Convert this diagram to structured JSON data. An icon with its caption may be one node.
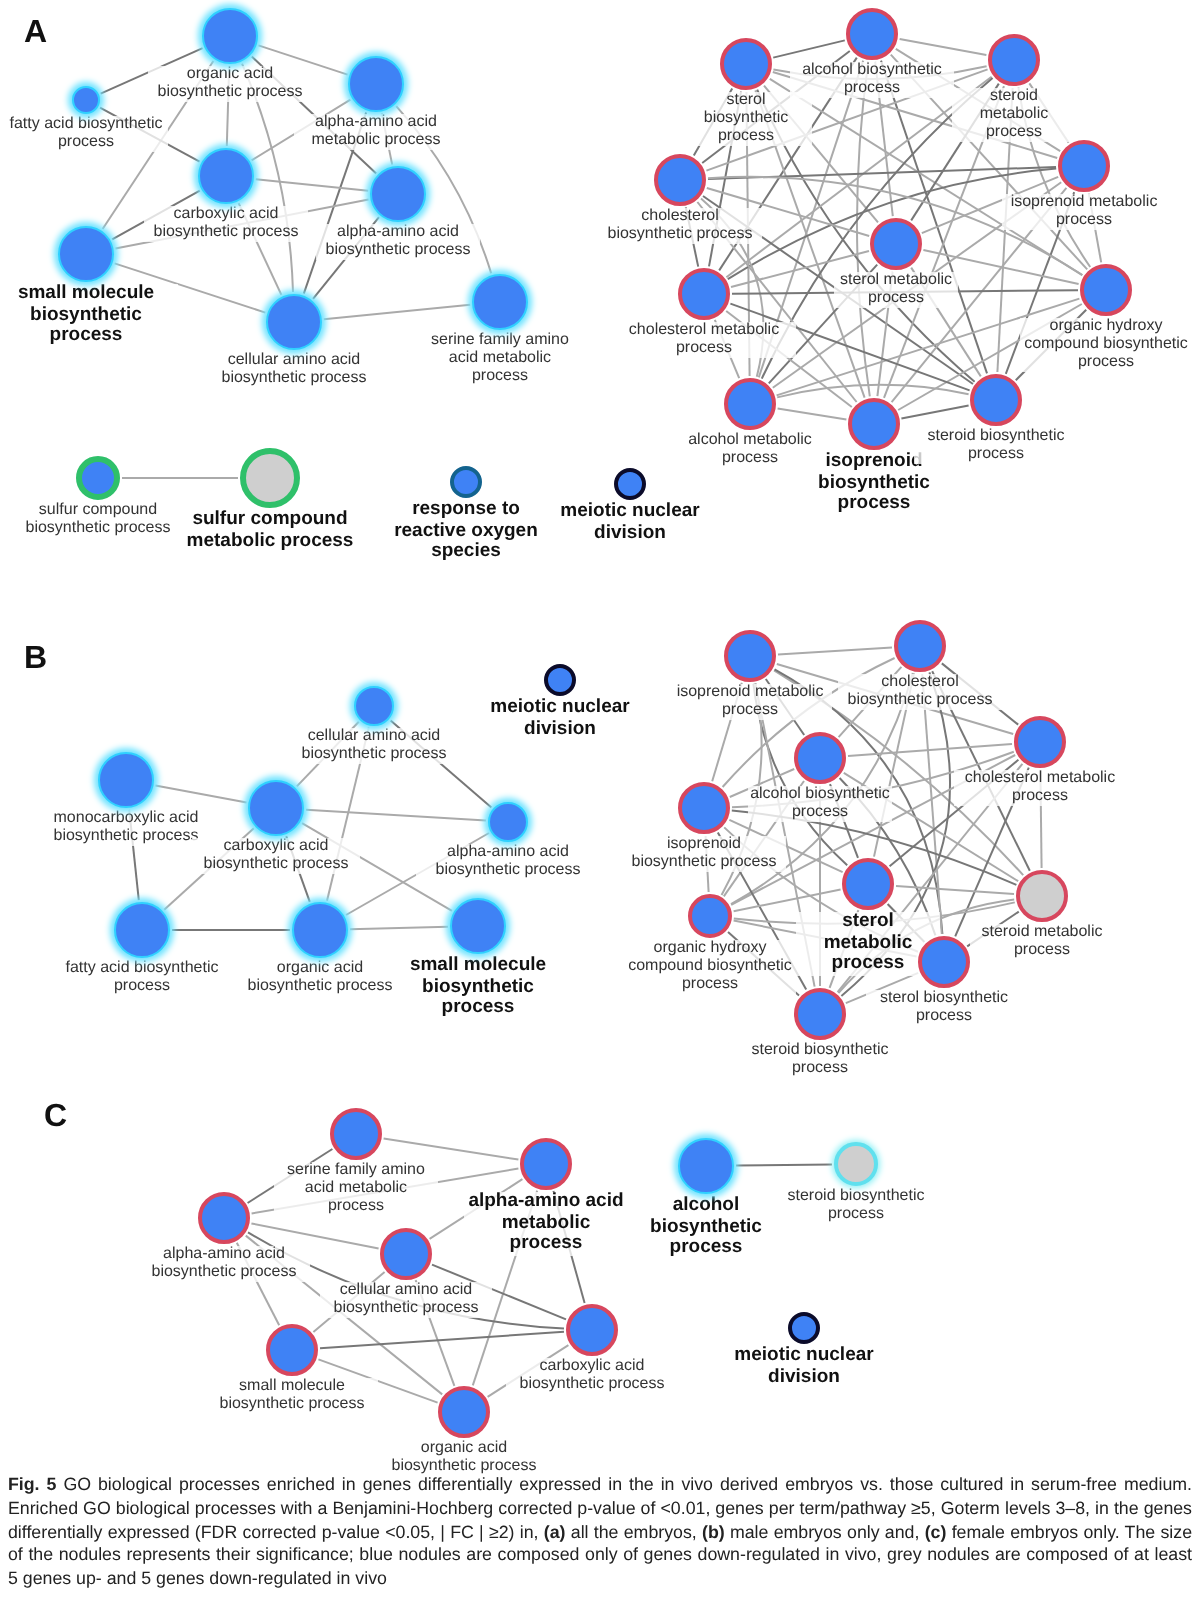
{
  "diagram": {
    "caption": "**Fig. 5** GO biological processes enriched in genes differentially expressed in the in vivo derived embryos vs. those cultured in serum-free medium. Enriched GO biological processes with a Benjamini-Hochberg corrected p-value of <0.01, genes per term/pathway ≥5, Goterm levels 3–8, in the genes differentially expressed (FDR corrected p-value <0.05, | FC | ≥2) in, **(a)** all the embryos, **(b)** male embryos only and, **(c)** female embryos only. The size of the nodules represents their significance; blue nodules are composed only of genes down-regulated in vivo, grey nodules are composed of at least 5 genes up- and 5 genes down-regulated in vivo",
    "nodes": [
      {
        "text": [
          "organic acid biosynthetic process"
        ]
      },
      {
        "text": [
          "fatty acid biosynthetic process"
        ]
      },
      {
        "text": [
          "alpha-amino acid metabolic process"
        ]
      },
      {
        "text": [
          "carboxylic acid biosynthetic process"
        ]
      },
      {
        "text": [
          "alpha-amino acid biosynthetic process"
        ]
      },
      {
        "text": [
          "small molecule biosynthetic process"
        ]
      },
      {
        "text": [
          "cellular amino acid biosynthetic process"
        ]
      },
      {
        "text": [
          "serine family amino acid metabolic process"
        ]
      },
      {
        "text": [
          "alcohol biosynthetic process"
        ]
      },
      {
        "text": [
          "sterol biosynthetic process"
        ]
      },
      {
        "text": [
          "steroid metabolic process"
        ]
      },
      {
        "text": [
          "isoprenoid metabolic process"
        ]
      },
      {
        "text": [
          "cholesterol biosynthetic process"
        ]
      },
      {
        "text": [
          "sterol metabolic process"
        ]
      },
      {
        "text": [
          "organic hydroxy compound biosynthetic process"
        ]
      },
      {
        "text": [
          "cholesterol metabolic process"
        ]
      },
      {
        "text": [
          "alcohol metabolic process"
        ]
      },
      {
        "text": [
          "isoprenoid biosynthetic process"
        ]
      },
      {
        "text": [
          "steroid biosynthetic process"
        ]
      },
      {
        "text": [
          "sulfur compound biosynthetic process"
        ]
      },
      {
        "text": [
          "sulfur compound metabolic process"
        ]
      },
      {
        "text": [
          "response to reactive oxygen species"
        ]
      },
      {
        "text": [
          "meiotic nuclear division"
        ]
      },
      {
        "text": [
          "meiotic nuclear division"
        ]
      },
      {
        "text": [
          "cellular amino acid biosynthetic process"
        ]
      },
      {
        "text": [
          "monocarboxylic acid biosynthetic process"
        ]
      },
      {
        "text": [
          "carboxylic acid biosynthetic process"
        ]
      },
      {
        "text": [
          "alpha-amino acid biosynthetic process"
        ]
      },
      {
        "text": [
          "fatty acid biosynthetic process"
        ]
      },
      {
        "text": [
          "organic acid biosynthetic process"
        ]
      },
      {
        "text": [
          "small molecule biosynthetic process"
        ]
      },
      {
        "text": [
          "isoprenoid metabolic process"
        ]
      },
      {
        "text": [
          "cholesterol biosynthetic process"
        ]
      },
      {
        "text": [
          "alcohol biosynthetic process"
        ]
      },
      {
        "text": [
          "cholesterol metabolic process"
        ]
      },
      {
        "text": [
          "isoprenoid biosynthetic process"
        ]
      },
      {
        "text": [
          "sterol metabolic process"
        ]
      },
      {
        "text": [
          "steroid metabolic process"
        ]
      },
      {
        "text": [
          "organic hydroxy compound biosynthetic process"
        ]
      },
      {
        "text": [
          "sterol biosynthetic process"
        ]
      },
      {
        "text": [
          "steroid biosynthetic process"
        ]
      },
      {
        "text": [
          "serine family amino acid metabolic process"
        ]
      },
      {
        "text": [
          "alpha-amino acid metabolic process"
        ]
      },
      {
        "text": [
          "alpha-amino acid biosynthetic process"
        ]
      },
      {
        "text": [
          "cellular amino acid biosynthetic process"
        ]
      },
      {
        "text": [
          "carboxylic acid biosynthetic process"
        ]
      },
      {
        "text": [
          "small molecule biosynthetic process"
        ]
      },
      {
        "text": [
          "organic acid biosynthetic process"
        ]
      },
      {
        "text": [
          "alcohol biosynthetic process"
        ]
      },
      {
        "text": [
          "steroid biosynthetic process"
        ]
      },
      {
        "text": [
          "meiotic nuclear division"
        ]
      }
    ],
    "edges": [
      {
        "from": 0,
        "to": 1,
        "arrow": "none"
      },
      {
        "from": 0,
        "to": 2,
        "arrow": "none"
      },
      {
        "from": 0,
        "to": 3,
        "arrow": "none"
      },
      {
        "from": 0,
        "to": 4,
        "arrow": "none"
      },
      {
        "from": 0,
        "to": 5,
        "arrow": "none"
      },
      {
        "from": 0,
        "to": 6,
        "arrow": "none"
      },
      {
        "from": 1,
        "to": 3,
        "arrow": "none"
      },
      {
        "from": 2,
        "to": 3,
        "arrow": "none"
      },
      {
        "from": 2,
        "to": 4,
        "arrow": "none"
      },
      {
        "from": 2,
        "to": 6,
        "arrow": "none"
      },
      {
        "from": 2,
        "to": 7,
        "arrow": "none"
      },
      {
        "from": 3,
        "to": 4,
        "arrow": "none"
      },
      {
        "from": 3,
        "to": 5,
        "arrow": "none"
      },
      {
        "from": 3,
        "to": 6,
        "arrow": "none"
      },
      {
        "from": 4,
        "to": 5,
        "arrow": "none"
      },
      {
        "from": 4,
        "to": 6,
        "arrow": "none"
      },
      {
        "from": 5,
        "to": 6,
        "arrow": "none"
      },
      {
        "from": 6,
        "to": 7,
        "arrow": "none"
      },
      {
        "from": 8,
        "to": 9,
        "arrow": "none"
      },
      {
        "from": 8,
        "to": 10,
        "arrow": "none"
      },
      {
        "from": 8,
        "to": 11,
        "arrow": "none"
      },
      {
        "from": 8,
        "to": 12,
        "arrow": "none"
      },
      {
        "from": 8,
        "to": 13,
        "arrow": "none"
      },
      {
        "from": 8,
        "to": 14,
        "arrow": "none"
      },
      {
        "from": 8,
        "to": 15,
        "arrow": "none"
      },
      {
        "from": 8,
        "to": 16,
        "arrow": "none"
      },
      {
        "from": 8,
        "to": 17,
        "arrow": "none"
      },
      {
        "from": 8,
        "to": 18,
        "arrow": "none"
      },
      {
        "from": 9,
        "to": 10,
        "arrow": "none"
      },
      {
        "from": 9,
        "to": 11,
        "arrow": "none"
      },
      {
        "from": 9,
        "to": 12,
        "arrow": "none"
      },
      {
        "from": 9,
        "to": 13,
        "arrow": "none"
      },
      {
        "from": 9,
        "to": 14,
        "arrow": "none"
      },
      {
        "from": 9,
        "to": 15,
        "arrow": "none"
      },
      {
        "from": 9,
        "to": 16,
        "arrow": "none"
      },
      {
        "from": 9,
        "to": 17,
        "arrow": "none"
      },
      {
        "from": 9,
        "to": 18,
        "arrow": "none"
      },
      {
        "from": 10,
        "to": 11,
        "arrow": "none"
      },
      {
        "from": 10,
        "to": 12,
        "arrow": "none"
      },
      {
        "from": 10,
        "to": 13,
        "arrow": "none"
      },
      {
        "from": 10,
        "to": 14,
        "arrow": "none"
      },
      {
        "from": 10,
        "to": 15,
        "arrow": "none"
      },
      {
        "from": 10,
        "to": 16,
        "arrow": "none"
      },
      {
        "from": 10,
        "to": 17,
        "arrow": "none"
      },
      {
        "from": 10,
        "to": 18,
        "arrow": "none"
      },
      {
        "from": 11,
        "to": 12,
        "arrow": "none"
      },
      {
        "from": 11,
        "to": 13,
        "arrow": "none"
      },
      {
        "from": 11,
        "to": 14,
        "arrow": "none"
      },
      {
        "from": 11,
        "to": 15,
        "arrow": "none"
      },
      {
        "from": 11,
        "to": 16,
        "arrow": "none"
      },
      {
        "from": 11,
        "to": 17,
        "arrow": "none"
      },
      {
        "from": 11,
        "to": 18,
        "arrow": "none"
      },
      {
        "from": 12,
        "to": 13,
        "arrow": "none"
      },
      {
        "from": 12,
        "to": 14,
        "arrow": "none"
      },
      {
        "from": 12,
        "to": 15,
        "arrow": "none"
      },
      {
        "from": 12,
        "to": 16,
        "arrow": "none"
      },
      {
        "from": 12,
        "to": 17,
        "arrow": "none"
      },
      {
        "from": 12,
        "to": 18,
        "arrow": "none"
      },
      {
        "from": 13,
        "to": 14,
        "arrow": "none"
      },
      {
        "from": 13,
        "to": 15,
        "arrow": "none"
      },
      {
        "from": 13,
        "to": 16,
        "arrow": "none"
      },
      {
        "from": 13,
        "to": 17,
        "arrow": "none"
      },
      {
        "from": 13,
        "to": 18,
        "arrow": "none"
      },
      {
        "from": 14,
        "to": 15,
        "arrow": "none"
      },
      {
        "from": 14,
        "to": 16,
        "arrow": "none"
      },
      {
        "from": 14,
        "to": 17,
        "arrow": "none"
      },
      {
        "from": 14,
        "to": 18,
        "arrow": "none"
      },
      {
        "from": 15,
        "to": 16,
        "arrow": "none"
      },
      {
        "from": 15,
        "to": 17,
        "arrow": "none"
      },
      {
        "from": 15,
        "to": 18,
        "arrow": "none"
      },
      {
        "from": 16,
        "to": 17,
        "arrow": "none"
      },
      {
        "from": 16,
        "to": 18,
        "arrow": "none"
      },
      {
        "from": 17,
        "to": 18,
        "arrow": "none"
      },
      {
        "from": 19,
        "to": 20,
        "arrow": "none"
      },
      {
        "from": 24,
        "to": 26,
        "arrow": "none"
      },
      {
        "from": 24,
        "to": 27,
        "arrow": "none"
      },
      {
        "from": 24,
        "to": 29,
        "arrow": "none"
      },
      {
        "from": 25,
        "to": 26,
        "arrow": "none"
      },
      {
        "from": 25,
        "to": 28,
        "arrow": "none"
      },
      {
        "from": 26,
        "to": 27,
        "arrow": "none"
      },
      {
        "from": 26,
        "to": 28,
        "arrow": "none"
      },
      {
        "from": 26,
        "to": 29,
        "arrow": "none"
      },
      {
        "from": 26,
        "to": 30,
        "arrow": "none"
      },
      {
        "from": 27,
        "to": 29,
        "arrow": "none"
      },
      {
        "from": 28,
        "to": 29,
        "arrow": "none"
      },
      {
        "from": 29,
        "to": 30,
        "arrow": "none"
      },
      {
        "from": 31,
        "to": 32,
        "arrow": "none"
      },
      {
        "from": 31,
        "to": 33,
        "arrow": "none"
      },
      {
        "from": 31,
        "to": 34,
        "arrow": "none"
      },
      {
        "from": 31,
        "to": 35,
        "arrow": "none"
      },
      {
        "from": 31,
        "to": 36,
        "arrow": "none"
      },
      {
        "from": 31,
        "to": 37,
        "arrow": "none"
      },
      {
        "from": 31,
        "to": 38,
        "arrow": "none"
      },
      {
        "from": 31,
        "to": 39,
        "arrow": "none"
      },
      {
        "from": 31,
        "to": 40,
        "arrow": "none"
      },
      {
        "from": 32,
        "to": 33,
        "arrow": "none"
      },
      {
        "from": 32,
        "to": 34,
        "arrow": "none"
      },
      {
        "from": 32,
        "to": 35,
        "arrow": "none"
      },
      {
        "from": 32,
        "to": 36,
        "arrow": "none"
      },
      {
        "from": 32,
        "to": 37,
        "arrow": "none"
      },
      {
        "from": 32,
        "to": 38,
        "arrow": "none"
      },
      {
        "from": 32,
        "to": 39,
        "arrow": "none"
      },
      {
        "from": 32,
        "to": 40,
        "arrow": "none"
      },
      {
        "from": 33,
        "to": 34,
        "arrow": "none"
      },
      {
        "from": 33,
        "to": 35,
        "arrow": "none"
      },
      {
        "from": 33,
        "to": 36,
        "arrow": "none"
      },
      {
        "from": 33,
        "to": 37,
        "arrow": "none"
      },
      {
        "from": 33,
        "to": 38,
        "arrow": "none"
      },
      {
        "from": 33,
        "to": 39,
        "arrow": "none"
      },
      {
        "from": 33,
        "to": 40,
        "arrow": "none"
      },
      {
        "from": 34,
        "to": 35,
        "arrow": "none"
      },
      {
        "from": 34,
        "to": 36,
        "arrow": "none"
      },
      {
        "from": 34,
        "to": 37,
        "arrow": "none"
      },
      {
        "from": 34,
        "to": 38,
        "arrow": "none"
      },
      {
        "from": 34,
        "to": 39,
        "arrow": "none"
      },
      {
        "from": 34,
        "to": 40,
        "arrow": "none"
      },
      {
        "from": 35,
        "to": 36,
        "arrow": "none"
      },
      {
        "from": 35,
        "to": 37,
        "arrow": "none"
      },
      {
        "from": 35,
        "to": 38,
        "arrow": "none"
      },
      {
        "from": 35,
        "to": 39,
        "arrow": "none"
      },
      {
        "from": 35,
        "to": 40,
        "arrow": "none"
      },
      {
        "from": 36,
        "to": 37,
        "arrow": "none"
      },
      {
        "from": 36,
        "to": 38,
        "arrow": "none"
      },
      {
        "from": 36,
        "to": 39,
        "arrow": "none"
      },
      {
        "from": 36,
        "to": 40,
        "arrow": "none"
      },
      {
        "from": 37,
        "to": 38,
        "arrow": "none"
      },
      {
        "from": 37,
        "to": 39,
        "arrow": "none"
      },
      {
        "from": 37,
        "to": 40,
        "arrow": "none"
      },
      {
        "from": 38,
        "to": 39,
        "arrow": "none"
      },
      {
        "from": 38,
        "to": 40,
        "arrow": "none"
      },
      {
        "from": 39,
        "to": 40,
        "arrow": "none"
      },
      {
        "from": 41,
        "to": 42,
        "arrow": "none"
      },
      {
        "from": 41,
        "to": 43,
        "arrow": "none"
      },
      {
        "from": 42,
        "to": 43,
        "arrow": "none"
      },
      {
        "from": 42,
        "to": 44,
        "arrow": "none"
      },
      {
        "from": 42,
        "to": 45,
        "arrow": "none"
      },
      {
        "from": 42,
        "to": 47,
        "arrow": "none"
      },
      {
        "from": 43,
        "to": 44,
        "arrow": "none"
      },
      {
        "from": 43,
        "to": 45,
        "arrow": "none"
      },
      {
        "from": 43,
        "to": 46,
        "arrow": "none"
      },
      {
        "from": 43,
        "to": 47,
        "arrow": "none"
      },
      {
        "from": 44,
        "to": 45,
        "arrow": "none"
      },
      {
        "from": 44,
        "to": 46,
        "arrow": "none"
      },
      {
        "from": 44,
        "to": 47,
        "arrow": "none"
      },
      {
        "from": 45,
        "to": 46,
        "arrow": "none"
      },
      {
        "from": 45,
        "to": 47,
        "arrow": "none"
      },
      {
        "from": 46,
        "to": 47,
        "arrow": "none"
      },
      {
        "from": 48,
        "to": 49,
        "arrow": "none"
      }
    ],
    "labels": [
      "A",
      "B",
      "C"
    ]
  }
}
